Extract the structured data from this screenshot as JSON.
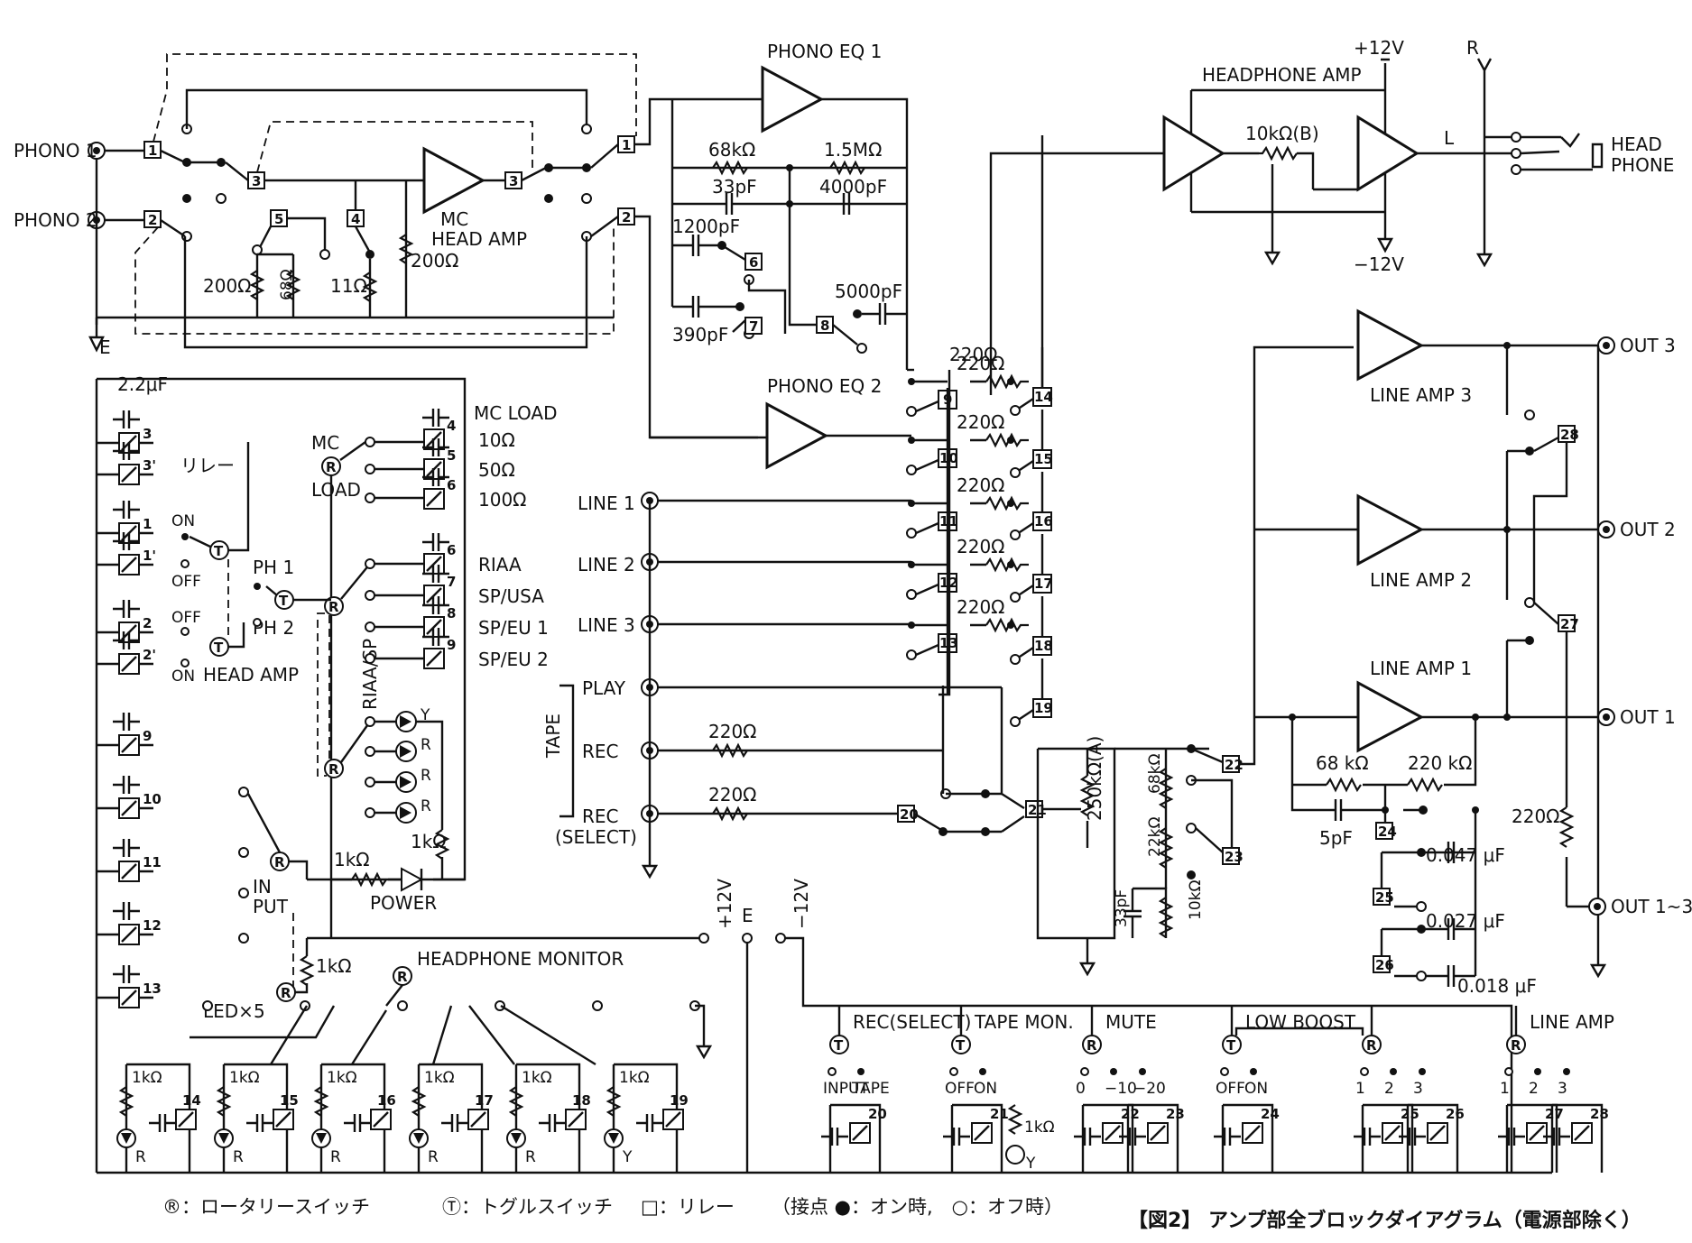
{
  "labels": {
    "phono1": "PHONO 1",
    "phono2": "PHONO 2",
    "e_ground": "E",
    "mc_head_amp": "MC\nHEAD AMP",
    "phono_eq1": "PHONO EQ 1",
    "phono_eq2": "PHONO EQ 2",
    "headphone_amp": "HEADPHONE AMP",
    "plus12v": "+12V",
    "minus12v": "−12V",
    "r_ch": "R",
    "l_ch": "L",
    "head_phone": "HEAD\nPHONE",
    "line1": "LINE 1",
    "line2": "LINE 2",
    "line3": "LINE 3",
    "play": "PLAY",
    "tape": "TAPE",
    "rec": "REC",
    "rec_select": "REC\n(SELECT)",
    "line_amp3": "LINE AMP 3",
    "line_amp2": "LINE AMP 2",
    "line_amp1": "LINE AMP 1",
    "out3": "OUT 3",
    "out2": "OUT 2",
    "out1": "OUT 1",
    "out1_3": "OUT 1~3",
    "mc_load_title": "MC LOAD",
    "mc": "MC",
    "load": "LOAD",
    "riaa_sp": "RIAA/SP",
    "in_put": "IN\nPUT",
    "power": "POWER",
    "led5": "LED×5",
    "headphone_monitor": "HEADPHONE MONITOR",
    "relay": "リレー",
    "ph1": "PH 1",
    "ph2": "PH 2",
    "head_amp": "HEAD AMP",
    "on": "ON",
    "off": "OFF",
    "input": "INPUT",
    "tape_sw": "TAPE",
    "rec_select_sw": "REC(SELECT)",
    "tape_mon": "TAPE MON.",
    "mute": "MUTE",
    "low_boost": "LOW BOOST",
    "line_amp": "LINE AMP",
    "vol": "250kΩ(A)",
    "bal": "10kΩ(B)"
  },
  "mc_load_values": [
    "10Ω",
    "50Ω",
    "100Ω"
  ],
  "eq_modes": [
    "RIAA",
    "SP/USA",
    "SP/EU 1",
    "SP/EU 2"
  ],
  "components": {
    "r200a": "200Ω",
    "r68": "68Ω",
    "r11": "11Ω",
    "r200b": "200Ω",
    "r68k": "68kΩ",
    "r1_5m": "1.5MΩ",
    "c33p": "33pF",
    "c4000p": "4000pF",
    "c1200p": "1200pF",
    "c390p": "390pF",
    "c5000p": "5000pF",
    "r220": "220Ω",
    "c2_2u": "2.2μF",
    "r1k": "1kΩ",
    "r68k_b": "68kΩ",
    "r22k": "22kΩ",
    "r10k": "10kΩ",
    "c33p_b": "33pF",
    "r68k_c": "68 kΩ",
    "r220k": "220 kΩ",
    "c5p": "5pF",
    "c0047": "0.047 μF",
    "c0027": "0.027 μF",
    "c0018": "0.018 μF",
    "r220_out": "220Ω"
  },
  "mute_positions": [
    "0",
    "−10",
    "−20"
  ],
  "boost_positions": [
    "1",
    "2",
    "3"
  ],
  "legend": {
    "rotary": "®：ロータリースイッチ",
    "toggle": "Ⓣ：トグルスイッチ",
    "relay": "□：リレー",
    "contacts": "（接点 ●：オン時,　○：オフ時）"
  },
  "caption": "【図2】 アンプ部全ブロックダイアグラム（電源部除く）"
}
